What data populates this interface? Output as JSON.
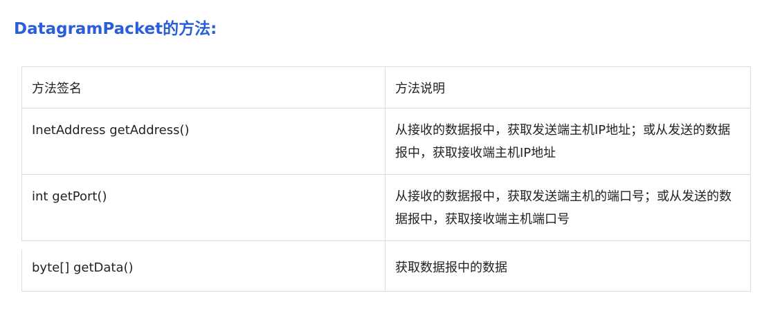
{
  "heading": "DatagramPacket的方法:",
  "table": {
    "headers": [
      "方法签名",
      "方法说明"
    ],
    "rows": [
      {
        "signature": "InetAddress getAddress()",
        "description": "从接收的数据报中，获取发送端主机IP地址；或从发送的数据报中，获取接收端主机IP地址"
      },
      {
        "signature": "int getPort()",
        "description": "从接收的数据报中，获取发送端主机的端口号；或从发送的数据报中，获取接收端主机端口号"
      },
      {
        "signature": "byte[] getData()",
        "description": "获取数据报中的数据"
      }
    ]
  },
  "colors": {
    "heading": "#2a5dd8",
    "border": "#dddddd",
    "text": "#222222"
  }
}
